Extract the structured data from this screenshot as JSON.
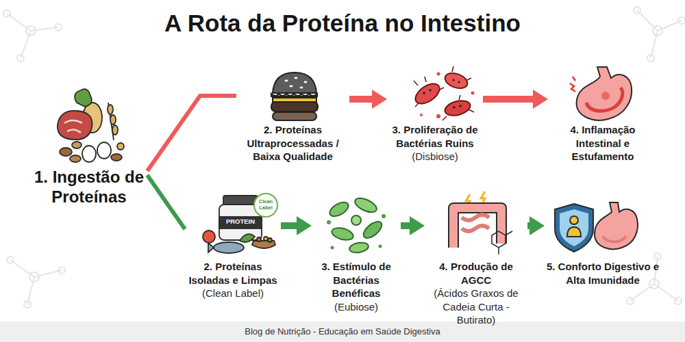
{
  "diagram": {
    "title": "A Rota da Proteína no Intestino",
    "caption": "Blog de Nutrição - Educação em Saúde Digestiva",
    "nodes": [
      {
        "text": [
          "1. Ingestão de Proteínas"
        ]
      },
      {
        "text": [
          "2. Proteínas Ultraprocessadas / Baixa Qualidade"
        ]
      },
      {
        "text": [
          "3. Proliferação de Bactérias Ruins",
          "(Disbiose)"
        ]
      },
      {
        "text": [
          "4. Inflamação Intestinal e Estufamento"
        ]
      },
      {
        "text": [
          "2. Proteínas Isoladas e Limpas",
          "(Clean Label)"
        ]
      },
      {
        "text": [
          "3. Estímulo de Bactérias Benéficas",
          "(Eubiose)"
        ]
      },
      {
        "text": [
          "4. Produção de AGCC",
          "(Ácidos Graxos de Cadeia Curta - Butirato)"
        ]
      },
      {
        "text": [
          "5. Conforto Digestivo e Alta Imunidade"
        ]
      }
    ],
    "edges": [
      {
        "from": 0,
        "to": 1,
        "arrow": "none"
      },
      {
        "from": 0,
        "to": 4,
        "arrow": "none"
      },
      {
        "from": 1,
        "to": 2,
        "arrow": "to"
      },
      {
        "from": 2,
        "to": 3,
        "arrow": "to"
      },
      {
        "from": 4,
        "to": 5,
        "arrow": "to"
      },
      {
        "from": 5,
        "to": 6,
        "arrow": "to"
      },
      {
        "from": 6,
        "to": 7,
        "arrow": "to"
      }
    ],
    "labels": [
      "PROTEIN",
      "Clean Label"
    ]
  }
}
